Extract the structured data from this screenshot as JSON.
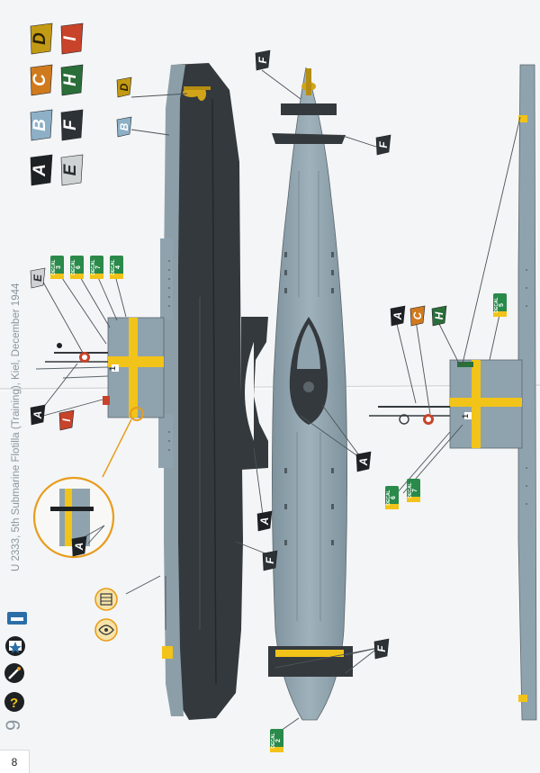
{
  "page_number": "8",
  "step_number": "9",
  "caption": "U 2333, 5th Submarine Flotilla (Training), Kiel, December 1944",
  "colors": {
    "paper": "#f4f5f6",
    "hull_grey": "#8fa3ae",
    "hull_dark": "#34393d",
    "deck_mid": "#5b656b",
    "yellow": "#f2c318",
    "orange_ring": "#e89c1c",
    "leader_line": "#4b5358"
  },
  "paint_legend": [
    {
      "letter": "D",
      "color": "#c39a14",
      "text_color": "#2a2000"
    },
    {
      "letter": "I",
      "color": "#c8432a",
      "text_color": "#ffffff"
    },
    {
      "letter": "C",
      "color": "#d07a1e",
      "text_color": "#ffffff"
    },
    {
      "letter": "H",
      "color": "#2a6e39",
      "text_color": "#ffffff"
    },
    {
      "letter": "B",
      "color": "#8db0c7",
      "text_color": "#ffffff"
    },
    {
      "letter": "F",
      "color": "#2c3236",
      "text_color": "#ffffff"
    },
    {
      "letter": "A",
      "color": "#1e2124",
      "text_color": "#ffffff"
    },
    {
      "letter": "E",
      "color": "#cfd2d3",
      "text_color": "#2a2d30"
    }
  ],
  "callouts": {
    "A": "A",
    "B": "B",
    "C": "C",
    "D": "D",
    "E": "E",
    "F": "F",
    "H": "H",
    "I": "I"
  },
  "decal_word": "DECAL",
  "decals": {
    "d2": "2",
    "d3": "3",
    "d4": "4",
    "d5": "5",
    "d6": "6",
    "d7": "7"
  },
  "tower_mark": "1",
  "icons": [
    "glue-icon",
    "paint-brush-icon",
    "decal-icon",
    "question-icon",
    "flag-mast-icon",
    "rigging-icon"
  ]
}
